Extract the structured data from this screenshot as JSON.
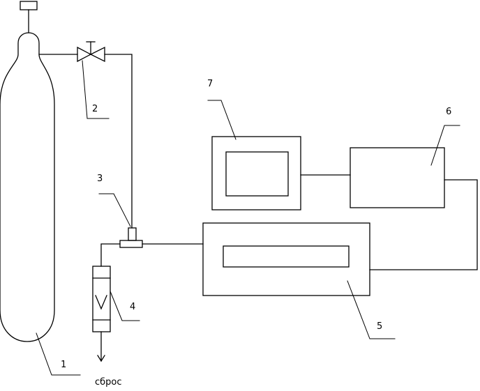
{
  "diagram": {
    "stroke_color": "#000000",
    "labels": {
      "gas_cylinder": "1",
      "valve": "2",
      "tee_fitting": "3",
      "flowmeter": "4",
      "analyzer_unit": "5",
      "control_unit": "6",
      "monitor": "7",
      "discharge": "сброс"
    }
  }
}
